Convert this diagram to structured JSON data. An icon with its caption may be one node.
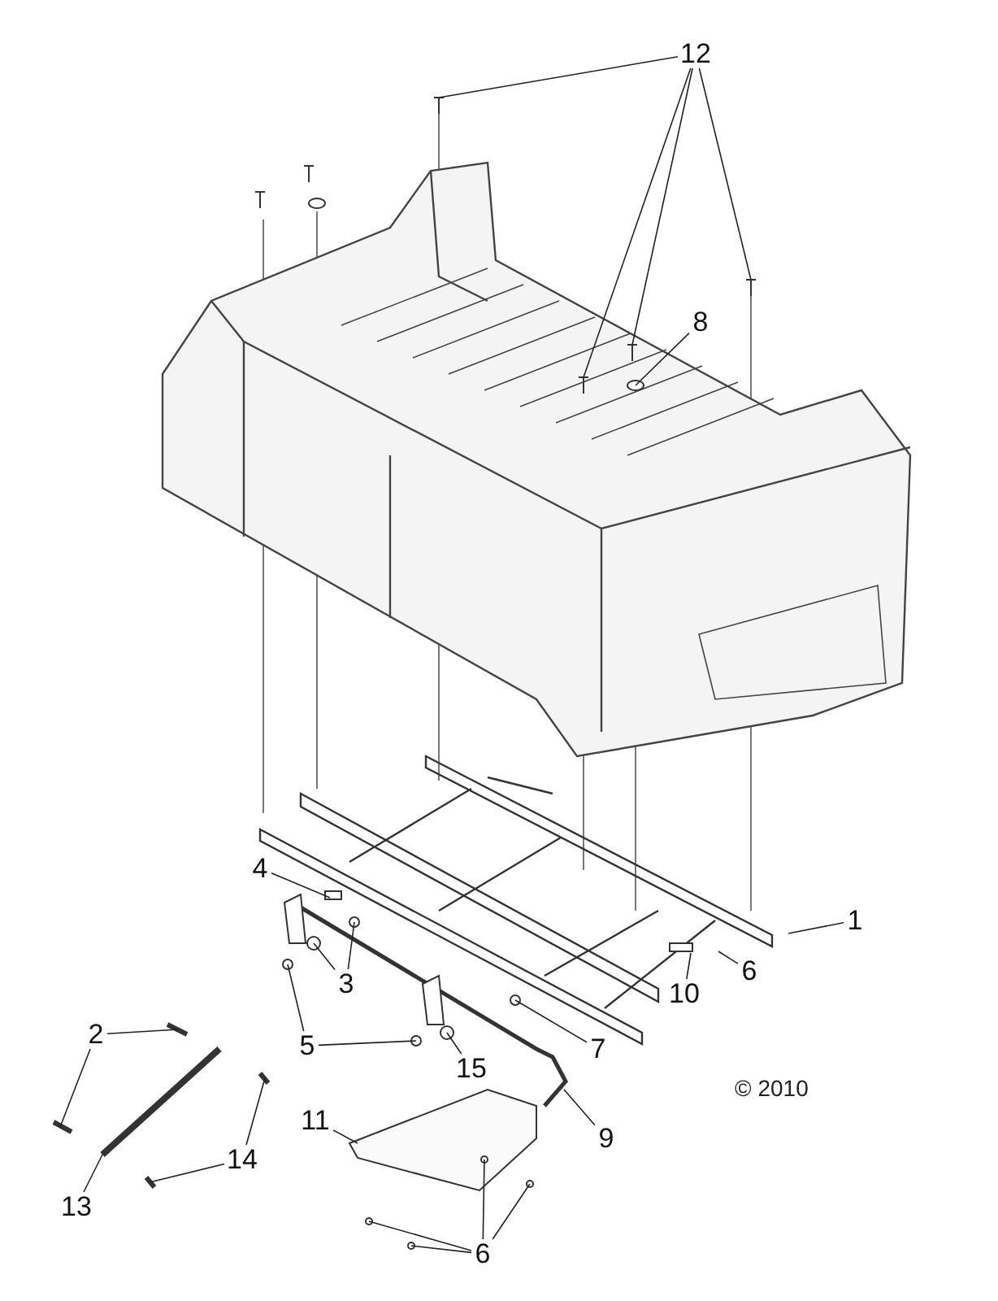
{
  "diagram": {
    "nodes": [
      {
        "text": [
          "12"
        ]
      },
      {
        "text": [
          "8"
        ]
      },
      {
        "text": [
          "1"
        ]
      },
      {
        "text": [
          "4"
        ]
      },
      {
        "text": [
          "3"
        ]
      },
      {
        "text": [
          "10"
        ]
      },
      {
        "text": [
          "6"
        ]
      },
      {
        "text": [
          "5"
        ]
      },
      {
        "text": [
          "7"
        ]
      },
      {
        "text": [
          "15"
        ]
      },
      {
        "text": [
          "2"
        ]
      },
      {
        "text": [
          "9"
        ]
      },
      {
        "text": [
          "11"
        ]
      },
      {
        "text": [
          "14"
        ]
      },
      {
        "text": [
          "13"
        ]
      },
      {
        "text": [
          "6"
        ]
      }
    ],
    "edges": [
      {
        "from": 0,
        "to": null,
        "arrow": "none"
      },
      {
        "from": 0,
        "to": null,
        "arrow": "none"
      },
      {
        "from": 0,
        "to": null,
        "arrow": "none"
      },
      {
        "from": 0,
        "to": null,
        "arrow": "none"
      },
      {
        "from": 1,
        "to": null,
        "arrow": "none"
      },
      {
        "from": 2,
        "to": null,
        "arrow": "none"
      },
      {
        "from": 3,
        "to": null,
        "arrow": "none"
      },
      {
        "from": 4,
        "to": null,
        "arrow": "none"
      },
      {
        "from": 4,
        "to": null,
        "arrow": "none"
      },
      {
        "from": 5,
        "to": null,
        "arrow": "none"
      },
      {
        "from": 6,
        "to": null,
        "arrow": "none"
      },
      {
        "from": 7,
        "to": null,
        "arrow": "none"
      },
      {
        "from": 7,
        "to": null,
        "arrow": "none"
      },
      {
        "from": 8,
        "to": null,
        "arrow": "none"
      },
      {
        "from": 9,
        "to": null,
        "arrow": "none"
      },
      {
        "from": 10,
        "to": null,
        "arrow": "none"
      },
      {
        "from": 10,
        "to": null,
        "arrow": "none"
      },
      {
        "from": 11,
        "to": null,
        "arrow": "none"
      },
      {
        "from": 12,
        "to": null,
        "arrow": "none"
      },
      {
        "from": 13,
        "to": null,
        "arrow": "none"
      },
      {
        "from": 13,
        "to": null,
        "arrow": "none"
      },
      {
        "from": 14,
        "to": null,
        "arrow": "none"
      },
      {
        "from": 15,
        "to": null,
        "arrow": "none"
      },
      {
        "from": 15,
        "to": null,
        "arrow": "none"
      },
      {
        "from": 15,
        "to": null,
        "arrow": "none"
      },
      {
        "from": 15,
        "to": null,
        "arrow": "none"
      }
    ],
    "labels": [
      "© 2010"
    ]
  }
}
